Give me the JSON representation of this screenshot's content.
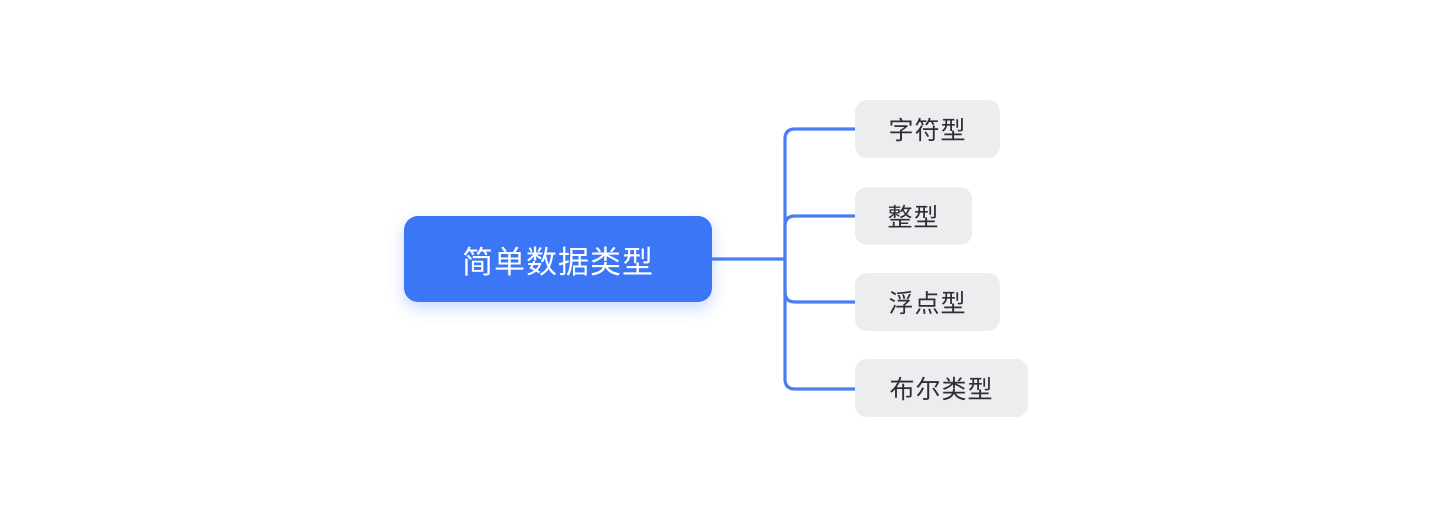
{
  "diagram": {
    "type": "mindmap",
    "title": "简单数据类型",
    "background_color": "#FFFFFF",
    "root": {
      "label": "简单数据类型",
      "fill_color": "#3B76F6",
      "text_color": "#FFFFFF"
    },
    "branch_color": "#4A7DF2",
    "children": [
      {
        "label": "字符型",
        "fill_color": "#EDEDEF",
        "text_color": "#2E2E35"
      },
      {
        "label": "整型",
        "fill_color": "#EDEDEF",
        "text_color": "#2E2E35"
      },
      {
        "label": "浮点型",
        "fill_color": "#EDEDEF",
        "text_color": "#2E2E35"
      },
      {
        "label": "布尔类型",
        "fill_color": "#EDEDEF",
        "text_color": "#2E2E35"
      }
    ]
  }
}
